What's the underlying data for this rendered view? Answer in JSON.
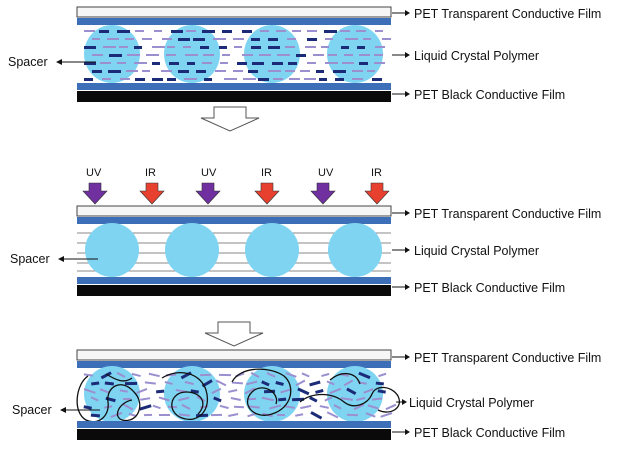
{
  "labels": {
    "top_film": "PET Transparent Conductive Film",
    "liquid_crystal": "Liquid Crystal Polymer",
    "bottom_film": "PET Black Conductive Film",
    "spacer": "Spacer"
  },
  "lamps": [
    "UV",
    "IR",
    "UV",
    "IR",
    "UV",
    "IR"
  ],
  "colors": {
    "uv_arrow": "#7030a0",
    "ir_arrow": "#e8402f",
    "spacer_fill": "#7fd4f2",
    "blue_film": "#3d6fb8",
    "black_film": "#0a0a0a",
    "lc_dark": "#1b2b78",
    "lc_light": "#9b8fd0"
  }
}
